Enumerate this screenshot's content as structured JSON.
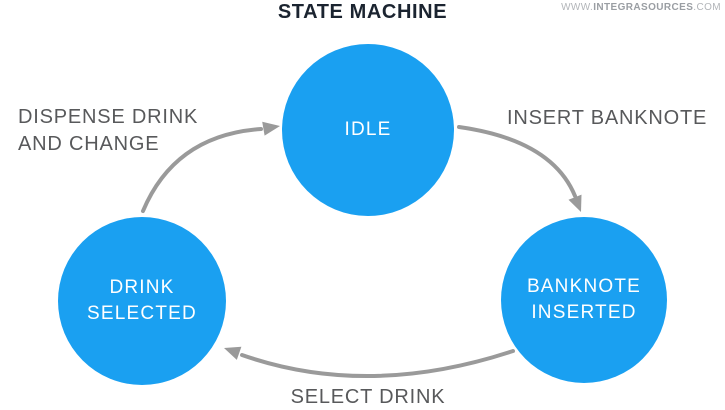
{
  "page": {
    "title": "STATE MACHINE",
    "watermark": {
      "prefix": "WWW.",
      "brand": "INTEGRASOURCES",
      "suffix": ".COM"
    }
  },
  "diagram": {
    "type": "state-machine",
    "states": [
      {
        "id": "idle",
        "label": "IDLE"
      },
      {
        "id": "banknote-inserted",
        "label": "BANKNOTE INSERTED",
        "line1": "BANKNOTE",
        "line2": "INSERTED"
      },
      {
        "id": "drink-selected",
        "label": "DRINK SELECTED",
        "line1": "DRINK",
        "line2": "SELECTED"
      }
    ],
    "transitions": [
      {
        "from": "IDLE",
        "to": "BANKNOTE INSERTED",
        "label": "INSERT BANKNOTE"
      },
      {
        "from": "BANKNOTE INSERTED",
        "to": "DRINK SELECTED",
        "label": "SELECT DRINK"
      },
      {
        "from": "DRINK SELECTED",
        "to": "IDLE",
        "label": "DISPENSE DRINK AND CHANGE",
        "label_line1": "DISPENSE DRINK",
        "label_line2": "AND CHANGE"
      }
    ],
    "colors": {
      "state_fill": "#1AA0F1",
      "state_text": "#FFFFFF",
      "arrow": "#9A9A9A",
      "transition_label_text": "#58595B",
      "title_text": "#1B2430",
      "watermark_text": "#B2B5B9"
    }
  }
}
